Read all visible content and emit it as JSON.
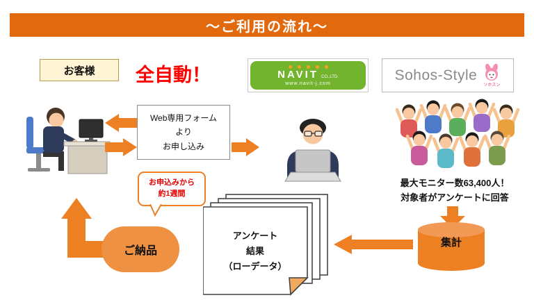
{
  "banner": {
    "title": "～ご利用の流れ～"
  },
  "customer_box": {
    "label": "お客様"
  },
  "auto_label": "全自動！",
  "form_box": {
    "line1": "Web専用フォーム",
    "line2": "より",
    "line3": "お申し込み"
  },
  "navit": {
    "brand": "NAVIT",
    "co": "CO.,LTD.",
    "url": "www.navit-j.com"
  },
  "sohos": {
    "brand": "Sohos-Style",
    "mascot_name": "ソホスン"
  },
  "monitors": {
    "line1": "最大モニター数63,400人！",
    "line2": "対象者がアンケートに回答"
  },
  "tally": {
    "label": "集計"
  },
  "results": {
    "line1": "アンケート",
    "line2": "結果",
    "line3": "（ローデータ）"
  },
  "delivery": {
    "label": "ご納品"
  },
  "bubble": {
    "line1": "お申込みから",
    "line2": "約1週間"
  },
  "colors": {
    "banner_orange": "#E2690D",
    "arrow_orange": "#ED8022",
    "blob_orange": "#EF9143",
    "red_text": "#FF0000",
    "navit_green": "#72B42D",
    "sohos_gray": "#8A8A8A",
    "customer_box_bg": "#FFF5D5"
  }
}
